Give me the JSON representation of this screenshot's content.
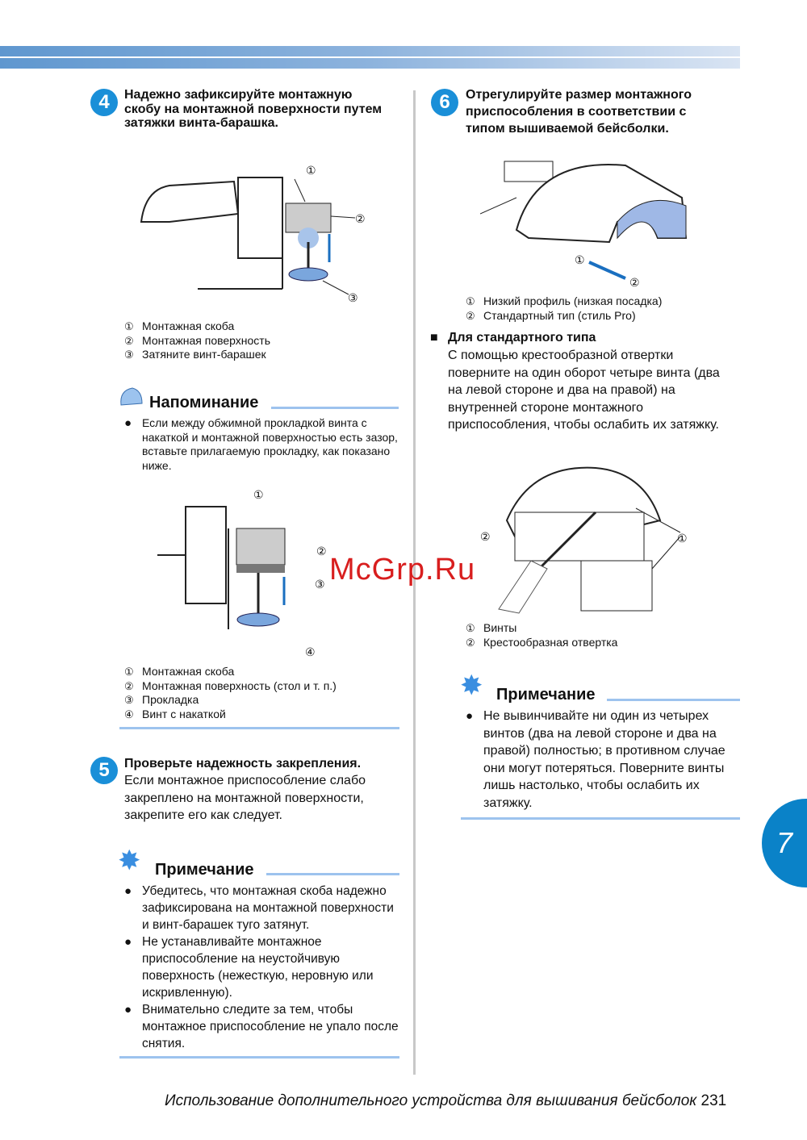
{
  "watermark": "McGrp.Ru",
  "chapter_tab": "7",
  "footer": {
    "text": "Использование дополнительного устройства для вышивания бейсболок",
    "page": "231"
  },
  "step4": {
    "num": "4",
    "title": "Надежно зафиксируйте монтажную скобу на монтажной поверхности путем затяжки винта-барашка.",
    "callouts": [
      "①",
      "②",
      "③"
    ],
    "legend": [
      {
        "n": "①",
        "t": "Монтажная скоба"
      },
      {
        "n": "②",
        "t": "Монтажная поверхность"
      },
      {
        "n": "③",
        "t": "Затяните винт-барашек"
      }
    ]
  },
  "reminder": {
    "title": "Напоминание",
    "bullets": [
      "Если между обжимной прокладкой винта с накаткой и монтажной поверхностью есть зазор, вставьте прилагаемую прокладку, как показано ниже."
    ],
    "callouts": [
      "①",
      "②",
      "③",
      "④"
    ],
    "legend": [
      {
        "n": "①",
        "t": "Монтажная скоба"
      },
      {
        "n": "②",
        "t": "Монтажная поверхность (стол и т. п.)"
      },
      {
        "n": "③",
        "t": "Прокладка"
      },
      {
        "n": "④",
        "t": "Винт с накаткой"
      }
    ]
  },
  "step5": {
    "num": "5",
    "title": "Проверьте надежность закрепления.",
    "text": "Если монтажное приспособление слабо закреплено на монтажной поверхности, закрепите его как следует."
  },
  "note1": {
    "title": "Примечание",
    "bullets": [
      "Убедитесь, что монтажная скоба надежно зафиксирована на монтажной поверхности и винт-барашек туго затянут.",
      "Не устанавливайте монтажное приспособление на неустойчивую поверхность (нежесткую, неровную или искривленную).",
      "Внимательно следите за тем, чтобы монтажное приспособление не упало после снятия."
    ]
  },
  "step6": {
    "num": "6",
    "title": "Отрегулируйте размер монтажного приспособления в соответствии с типом вышиваемой бейсболки.",
    "callouts": [
      "①",
      "②"
    ],
    "legend": [
      {
        "n": "①",
        "t": "Низкий профиль (низкая посадка)"
      },
      {
        "n": "②",
        "t": "Стандартный тип (стиль Pro)"
      }
    ]
  },
  "standard": {
    "marker": "■",
    "title": "Для стандартного типа",
    "text": "С помощью крестообразной отвертки поверните на один оборот четыре винта (два на левой стороне и два на правой) на внутренней стороне монтажного приспособления, чтобы ослабить их затяжку.",
    "callouts": [
      "①",
      "②"
    ],
    "legend": [
      {
        "n": "①",
        "t": "Винты"
      },
      {
        "n": "②",
        "t": "Крестообразная отвертка"
      }
    ]
  },
  "note2": {
    "title": "Примечание",
    "bullets": [
      "Не вывинчивайте ни один из четырех винтов (два на левой стороне и два на правой) полностью; в противном случае они могут потеряться. Поверните винты лишь настолько, чтобы ослабить их затяжку."
    ]
  }
}
